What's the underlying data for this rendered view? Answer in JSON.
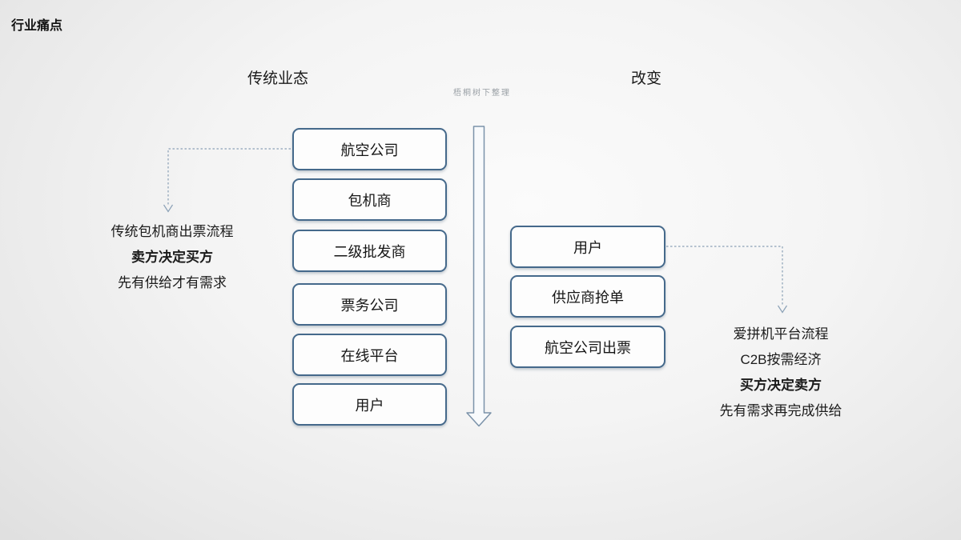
{
  "slide": {
    "title": "行业痛点",
    "watermark": "梧桐树下整理",
    "left_section": {
      "header": "传统业态",
      "boxes": [
        "航空公司",
        "包机商",
        "二级批发商",
        "票务公司",
        "在线平台",
        "用户"
      ],
      "note": {
        "line1": "传统包机商出票流程",
        "line2": "卖方决定买方",
        "line3": "先有供给才有需求"
      }
    },
    "right_section": {
      "header": "改变",
      "boxes": [
        "用户",
        "供应商抢单",
        "航空公司出票"
      ],
      "note": {
        "line1": "爱拼机平台流程",
        "line2": "C2B按需经济",
        "line3": "买方决定卖方",
        "line4": "先有需求再完成供给"
      }
    },
    "colors": {
      "box_border": "#45698b",
      "dashed_connector": "#8aa0b6",
      "big_arrow_stroke": "#7b92a9",
      "text": "#1b1b1b",
      "watermark": "#9aa0a6"
    }
  }
}
